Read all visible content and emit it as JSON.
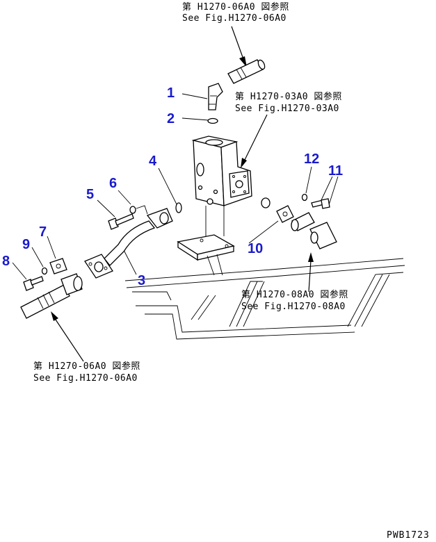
{
  "references": [
    {
      "jp": "第 H1270-06A0 図参照",
      "en": "See Fig.H1270-06A0"
    },
    {
      "jp": "第 H1270-03A0 図参照",
      "en": "See Fig.H1270-03A0"
    },
    {
      "jp": "第 H1270-08A0 図参照",
      "en": "See Fig.H1270-08A0"
    },
    {
      "jp": "第 H1270-06A0 図参照",
      "en": "See Fig.H1270-06A0"
    }
  ],
  "callouts": [
    "1",
    "2",
    "3",
    "4",
    "5",
    "6",
    "7",
    "8",
    "9",
    "10",
    "11",
    "12"
  ],
  "drawing_code": "PWB1723",
  "colors": {
    "callout": "#1a1acc",
    "line": "#000000"
  }
}
